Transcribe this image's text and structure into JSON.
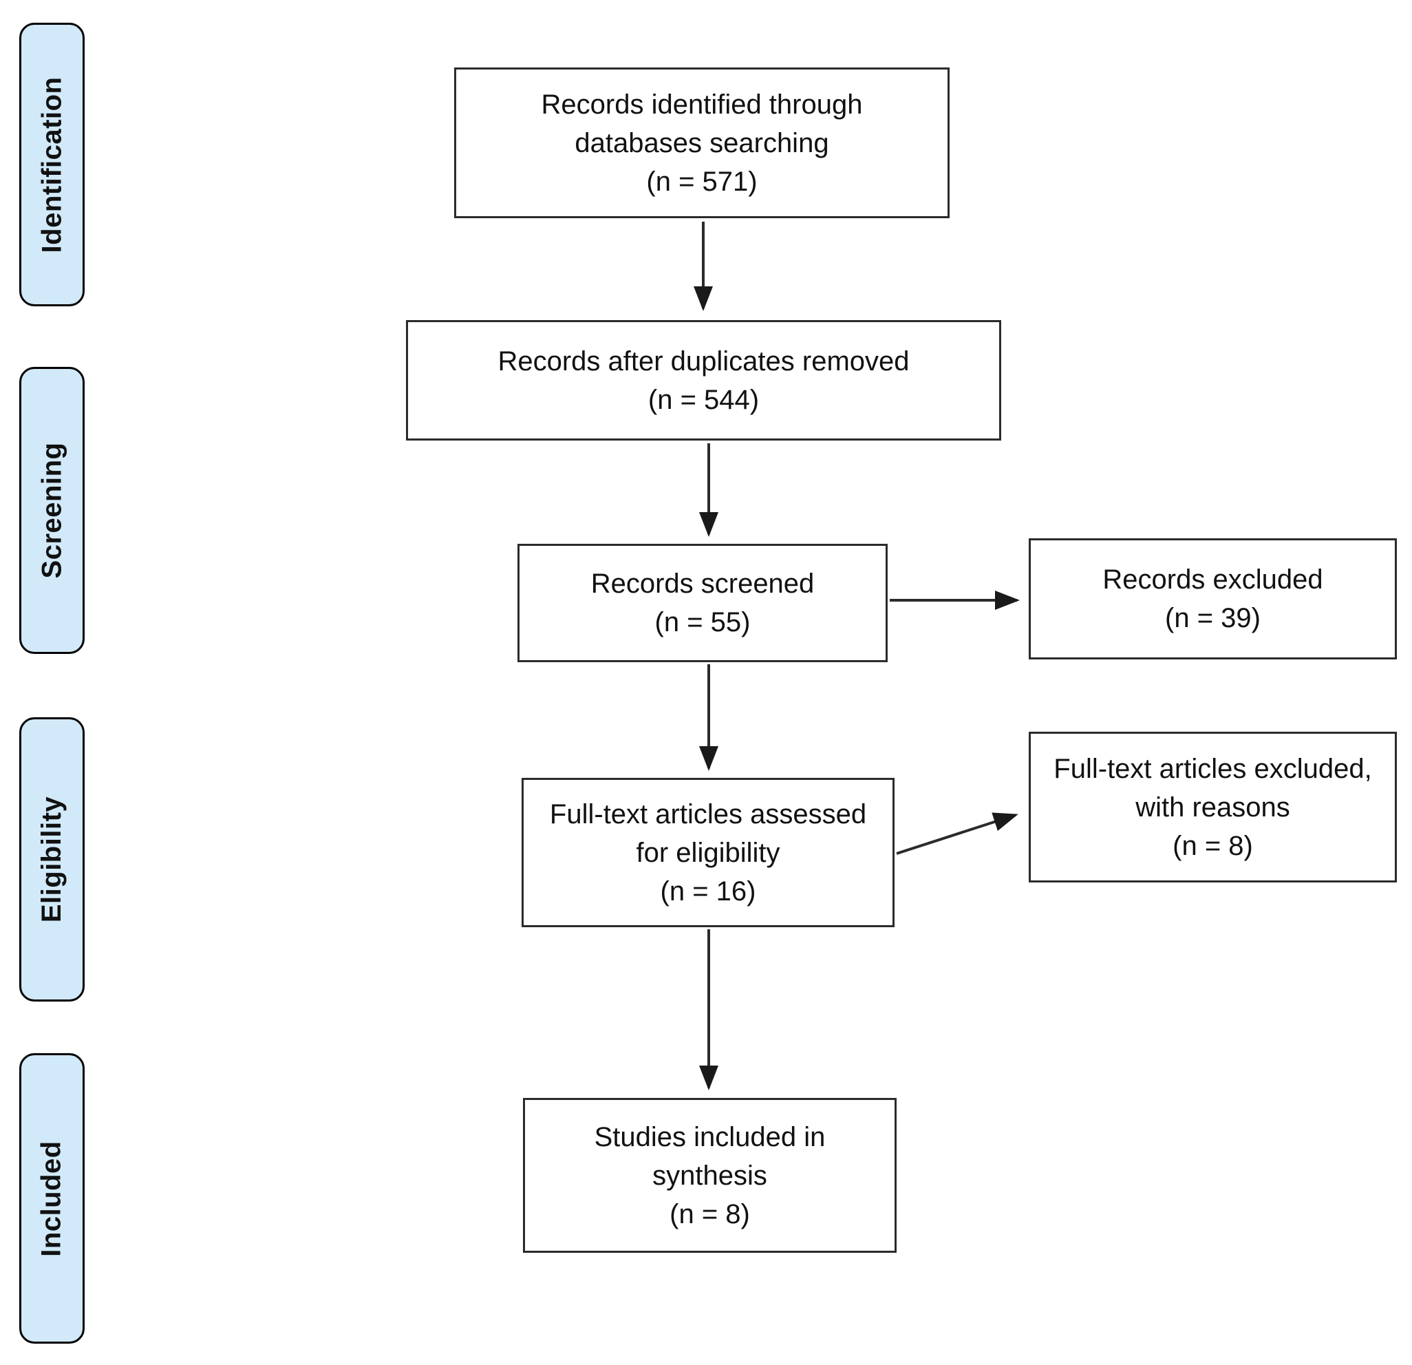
{
  "stages": [
    {
      "label": "Identification"
    },
    {
      "label": "Screening"
    },
    {
      "label": "Eligibility"
    },
    {
      "label": "Included"
    }
  ],
  "boxes": {
    "identified": {
      "lines": [
        "Records identified through",
        "databases searching",
        "(n = 571)"
      ]
    },
    "deduplicated": {
      "lines": [
        "Records after duplicates removed",
        "(n = 544)"
      ]
    },
    "screened": {
      "lines": [
        "Records screened",
        "(n = 55)"
      ]
    },
    "records_excluded": {
      "lines": [
        "Records excluded",
        "(n = 39)"
      ]
    },
    "fulltext_assessed": {
      "lines": [
        "Full-text articles assessed",
        "for eligibility",
        "(n = 16)"
      ]
    },
    "fulltext_excluded": {
      "lines": [
        "Full-text articles excluded,",
        "with reasons",
        "(n = 8)"
      ]
    },
    "included_synthesis": {
      "lines": [
        "Studies included in",
        "synthesis",
        "(n = 8)"
      ]
    }
  },
  "colors": {
    "stage_fill": "#d1e9f8",
    "stage_border": "#000000",
    "box_fill": "#ffffff",
    "box_border": "#2b2b2b",
    "arrow": "#2b2b2b",
    "text": "#111111"
  }
}
